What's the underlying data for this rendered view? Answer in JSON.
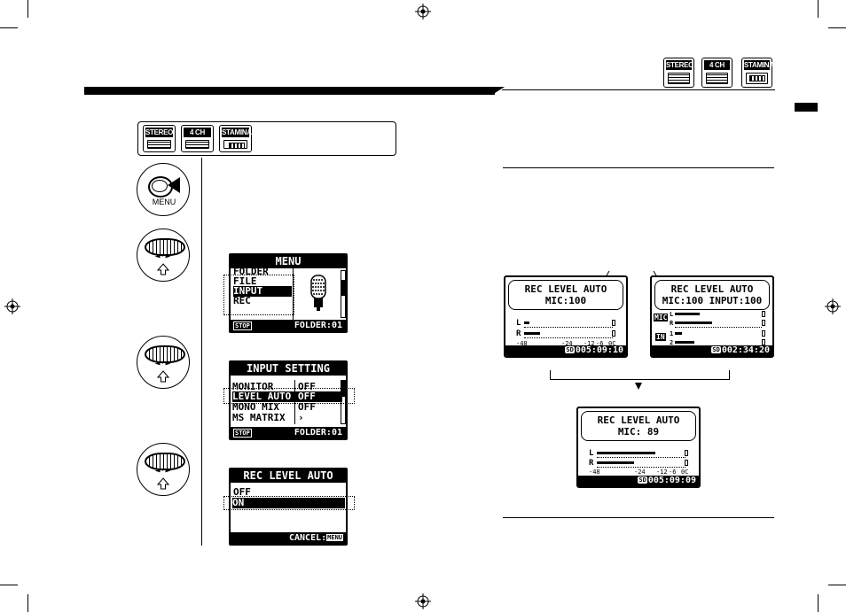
{
  "mode_badges": {
    "top_right": [
      "STEREO",
      "4 CH",
      "STAMINA"
    ],
    "step_box": [
      "STEREO",
      "4 CH",
      "STAMINA"
    ]
  },
  "steps": {
    "menu_button_label": "MENU"
  },
  "screen_menu": {
    "title": "MENU",
    "items": [
      "FOLDER",
      "FILE",
      "INPUT",
      "REC"
    ],
    "selected": "INPUT",
    "stop_label": "STOP",
    "folder_label": "FOLDER:01"
  },
  "screen_input_setting": {
    "title": "INPUT SETTING",
    "rows": [
      {
        "label": "MONITOR",
        "value": "OFF"
      },
      {
        "label": "LEVEL AUTO",
        "value": "OFF"
      },
      {
        "label": "MONO MIX",
        "value": "OFF"
      },
      {
        "label": "MS MATRIX",
        "value": "›"
      }
    ],
    "selected_index": 1,
    "stop_label": "STOP",
    "folder_label": "FOLDER:01"
  },
  "screen_rec_level_auto": {
    "title": "REC LEVEL AUTO",
    "options": [
      "OFF",
      "ON"
    ],
    "selected": "ON",
    "cancel_label": "CANCEL:",
    "cancel_key": "MENU"
  },
  "meter_stereo": {
    "title": "REC LEVEL AUTO",
    "subtitle": "MIC:100",
    "channels": [
      "L",
      "R"
    ],
    "scale": [
      "-48",
      "-24",
      "-12",
      "-6",
      "0C"
    ],
    "sd_label": "SD",
    "time": "005:09:10"
  },
  "meter_4ch": {
    "title": "REC LEVEL AUTO",
    "subtitle": "MIC:100 INPUT:100",
    "groups": [
      "MIC",
      "IN"
    ],
    "channels": [
      "L",
      "R",
      "1",
      "2"
    ],
    "sd_label": "SD",
    "time": "002:34:20"
  },
  "meter_result": {
    "title": "REC LEVEL AUTO",
    "subtitle": "MIC: 89",
    "channels": [
      "L",
      "R"
    ],
    "scale": [
      "-48",
      "-24",
      "-12",
      "-6",
      "0C"
    ],
    "sd_label": "SD",
    "time": "005:09:09"
  }
}
